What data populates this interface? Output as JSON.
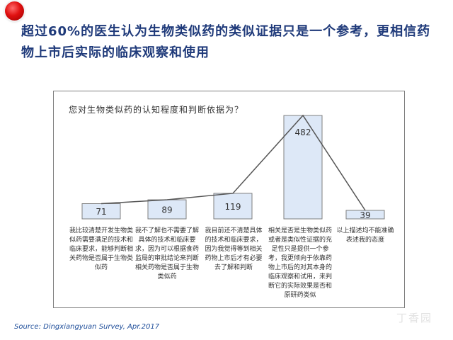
{
  "headline": "超过60%的医生认为生物类似药的类似证据只是一个参考，更相信药物上市后实际的临床观察和使用",
  "source": "Source: Dingxiangyuan Survey, Apr.2017",
  "watermark": "丁香园",
  "chart_data": {
    "type": "bar",
    "title": "您对生物类似药的认知程度和判断依据为？",
    "xlabel": "",
    "ylabel": "",
    "ylim": [
      0,
      500
    ],
    "grid": false,
    "categories": [
      "我比较清楚开发生物类似药需要满足的技术和临床要求，能够判断相关药物是否属于生物类似药",
      "我不了解也不需要了解具体的技术和临床要求，因为可以根据食药监局的审批结论来判断相关药物是否属于生物类似药",
      "我目前还不清楚具体的技术和临床要求，因为我觉得等到相关药物上市后才有必要去了解和判断",
      "相关是否是生物类似药或者是类似性证据的充足性只是提供一个参考，我更倾向于依靠药物上市后的对其本身的临床观察和试用，来判断它的实际效果是否和原研药类似",
      "以上描述均不能准确表述我的态度"
    ],
    "values": [
      71,
      89,
      119,
      482,
      39
    ],
    "bar_color": "#dde8f7",
    "bar_border": "#7f7f7f",
    "line_color": "#555555"
  }
}
